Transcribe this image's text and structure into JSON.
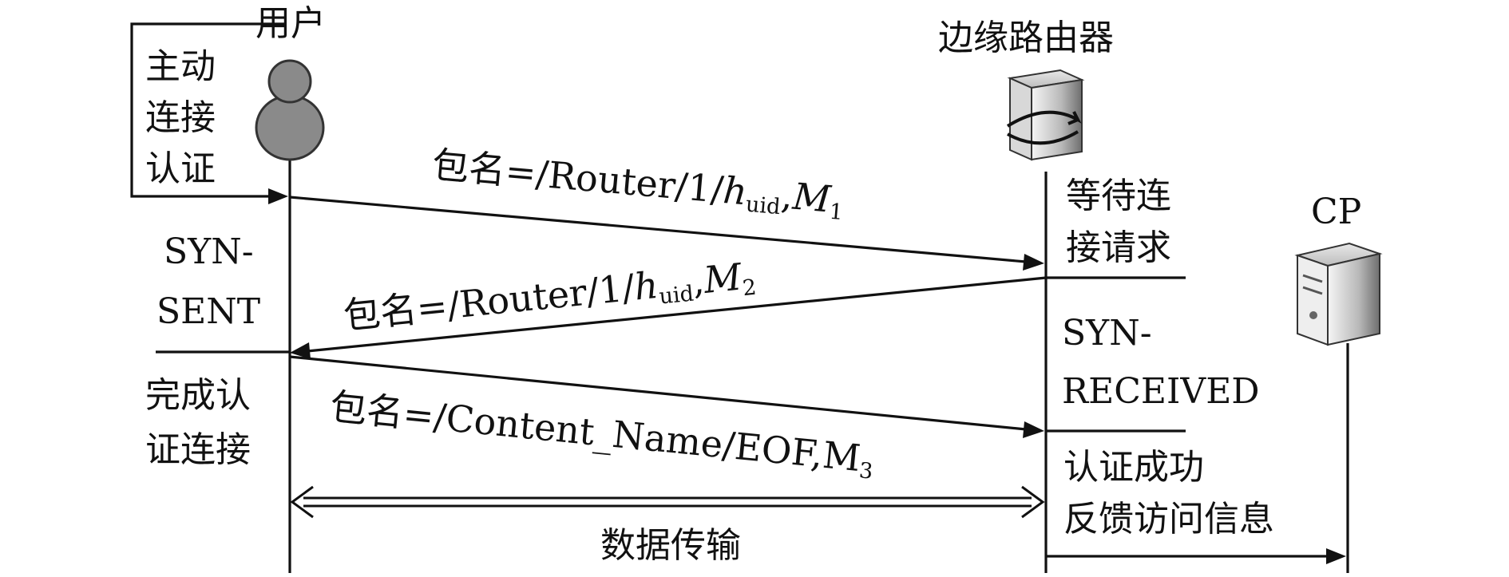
{
  "participants": {
    "user": "用户",
    "router": "边缘路由器",
    "cp": "CP"
  },
  "user_notes": {
    "initiate": [
      "主动",
      "连接",
      "认证"
    ],
    "syn_sent": [
      "SYN-",
      "SENT"
    ],
    "complete": [
      "完成认",
      "证连接"
    ]
  },
  "router_notes": {
    "waiting": [
      "等待连",
      "接请求"
    ],
    "syn_received": [
      "SYN-",
      "RECEIVED"
    ],
    "success": [
      "认证成功",
      "反馈访问信息"
    ]
  },
  "messages": {
    "m1": {
      "prefix": "包名=/Router/1/",
      "h": "h",
      "h_sub": "uid",
      "sep": ",",
      "m": "M",
      "m_sub": "1"
    },
    "m2": {
      "prefix": "包名=/Router/1/",
      "h": "h",
      "h_sub": "uid",
      "sep": ",",
      "m": "M",
      "m_sub": "2"
    },
    "m3": {
      "prefix": "包名=/Content_Name/EOF,",
      "m": "M",
      "m_sub": "3"
    }
  },
  "transfer_label": "数据传输",
  "colors": {
    "line": "#111111",
    "icon_fill": "#8a8a8a",
    "background": "#ffffff"
  },
  "icons": {
    "user": "user-icon",
    "router": "router-icon",
    "cp": "server-icon"
  }
}
